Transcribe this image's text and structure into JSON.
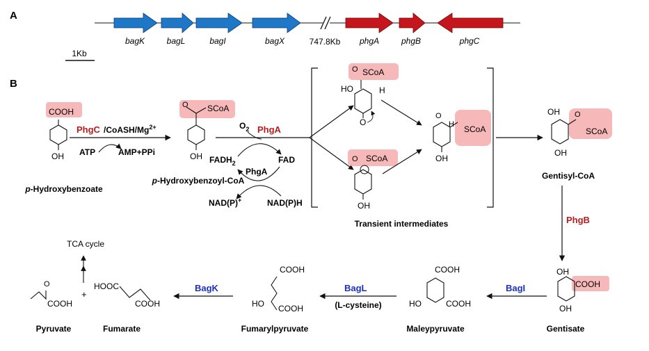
{
  "panels": {
    "a": "A",
    "b": "B"
  },
  "colors": {
    "bag_gene": "#1f77c8",
    "phg_gene": "#c4161c",
    "highlight": "#f4a6a6",
    "enzyme_red": "#b71c1c",
    "enzyme_blue": "#1a2fc4"
  },
  "gene_map": {
    "genes": [
      "bagK",
      "bagL",
      "bagI",
      "bagX",
      "phgA",
      "phgB",
      "phgC"
    ],
    "gap_label": "747.8Kb",
    "scale_label": "1Kb"
  },
  "compounds": {
    "p_hba": "p-Hydroxybenzoate",
    "p_hba_coa": "p-Hydroxybenzoyl-CoA",
    "gentisyl_coa": "Gentisyl-CoA",
    "gentisate": "Gentisate",
    "maleylpyruvate": "Maleypyruvate",
    "fumarylpyruvate": "Fumarylpyruvate",
    "fumarate": "Fumarate",
    "pyruvate": "Pyruvate",
    "transient": "Transient intermediates",
    "tca": "TCA cycle"
  },
  "enzymes": {
    "phgC": "PhgC",
    "phgC_cofactors": "/CoASH/Mg",
    "phgA": "PhgA",
    "phgA_small": "PhgA",
    "phgB": "PhgB",
    "bagI": "BagI",
    "bagL": "BagL",
    "bagK": "BagK",
    "bagL_note": "(L-cysteine)"
  },
  "cofactors": {
    "atp": "ATP",
    "amp": "AMP+PPi",
    "o2": "O",
    "fadh2": "FADH",
    "fad": "FAD",
    "nadp": "NAD(P)",
    "nadph": "NAD(P)H"
  },
  "groups": {
    "cooh": "COOH",
    "oh": "OH",
    "ho": "HO",
    "scoa": "SCoA",
    "hooc": "HOOC",
    "h": "H",
    "o": "O",
    "plus": "+"
  }
}
